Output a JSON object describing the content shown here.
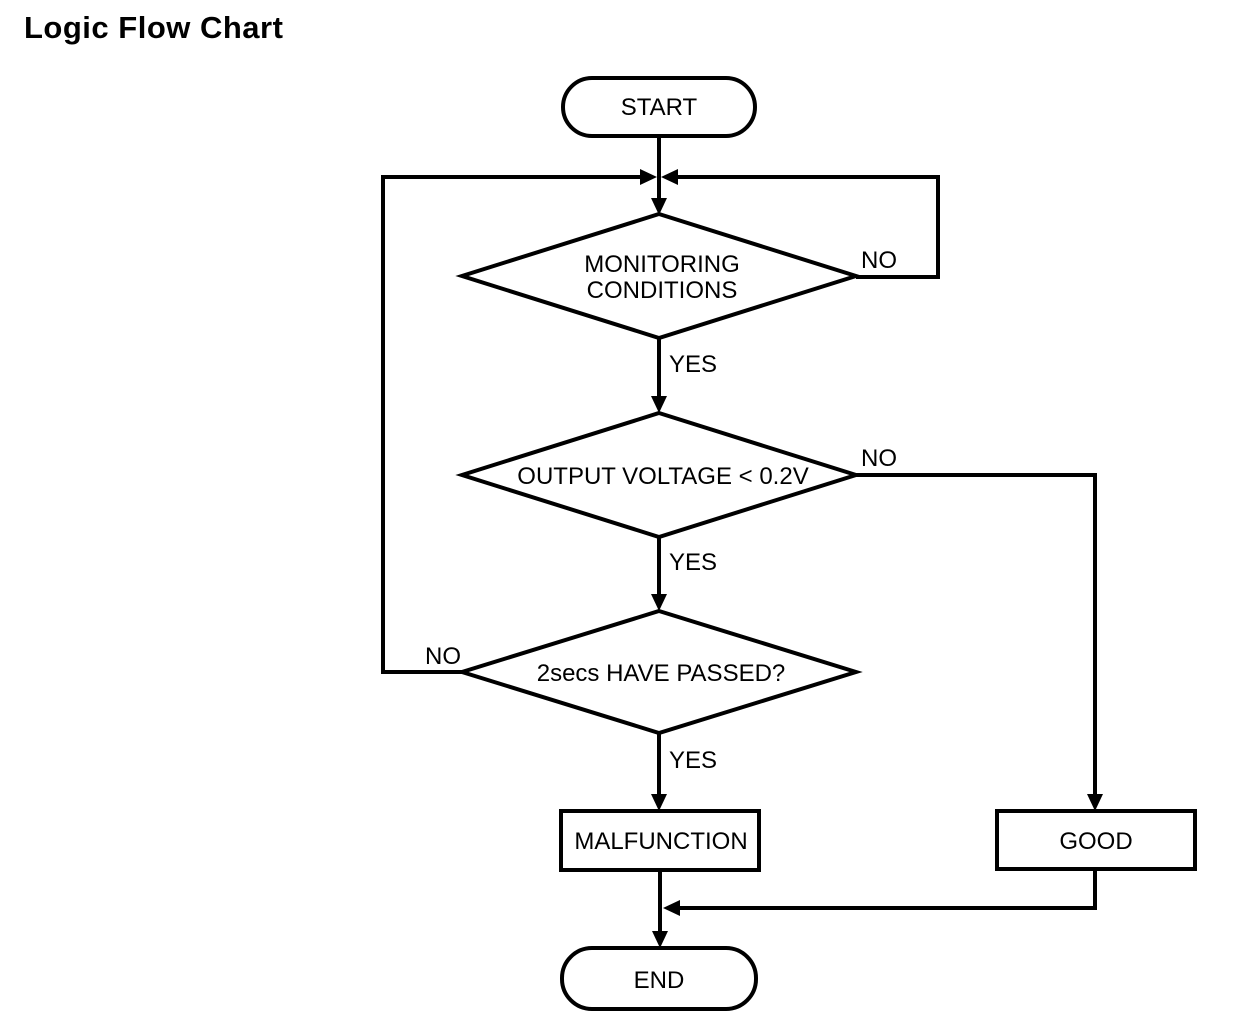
{
  "title": "Logic Flow Chart",
  "nodes": {
    "start": "START",
    "monitoring_line1": "MONITORING",
    "monitoring_line2": "CONDITIONS",
    "voltage": "OUTPUT VOLTAGE < 0.2V",
    "passed": "2secs HAVE PASSED?",
    "malfunction": "MALFUNCTION",
    "good": "GOOD",
    "end": "END"
  },
  "edges": {
    "monitoring_yes": "YES",
    "monitoring_no": "NO",
    "voltage_yes": "YES",
    "voltage_no": "NO",
    "passed_yes": "YES",
    "passed_no": "NO"
  },
  "connections": [
    {
      "from": "start",
      "to": "monitoring",
      "label": ""
    },
    {
      "from": "monitoring",
      "to": "voltage",
      "label": "YES"
    },
    {
      "from": "monitoring",
      "to": "monitoring",
      "label": "NO"
    },
    {
      "from": "voltage",
      "to": "passed",
      "label": "YES"
    },
    {
      "from": "voltage",
      "to": "good",
      "label": "NO"
    },
    {
      "from": "passed",
      "to": "malfunction",
      "label": "YES"
    },
    {
      "from": "passed",
      "to": "monitoring",
      "label": "NO"
    },
    {
      "from": "malfunction",
      "to": "end",
      "label": ""
    },
    {
      "from": "good",
      "to": "end",
      "label": ""
    }
  ],
  "colors": {
    "line": "#000000",
    "text": "#000000",
    "background": "#ffffff"
  }
}
